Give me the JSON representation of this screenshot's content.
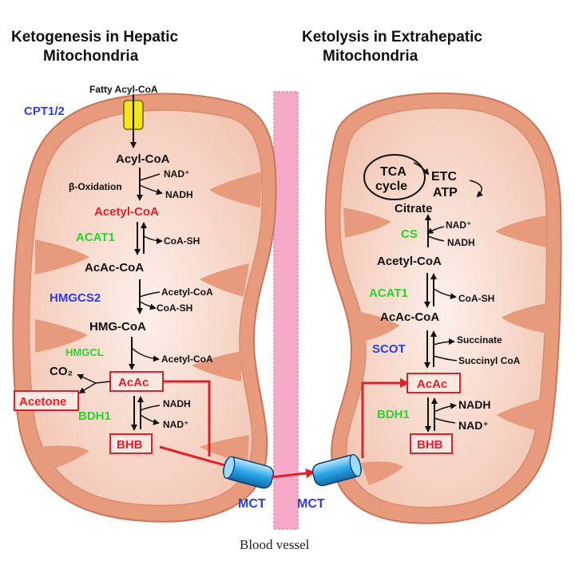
{
  "colors": {
    "enzyme_blue": "#2b3fd6",
    "enzyme_green": "#2fd12f",
    "highlight_red": "#e3202a",
    "mito_outer": "#e89a7c",
    "mito_inner": "#f7d2c2",
    "vessel_pink": "#f6a9c9",
    "transporter_blue": "#37b6f0",
    "cpt_yellow": "#f3e61c"
  },
  "left": {
    "title_line1": "Ketogenesis in Hepatic",
    "title_line2": "Mitochondria",
    "fatty_acyl_coa": "Fatty Acyl-CoA",
    "cpt": "CPT1/2",
    "acyl_coa": "Acyl-CoA",
    "nad_plus": "NAD⁺",
    "beta_oxidation": "β-Oxidation",
    "nadh": "NADH",
    "acetyl_coa": "Acetyl-CoA",
    "acat1": "ACAT1",
    "coa_sh": "CoA-SH",
    "acac_coa": "AcAc-CoA",
    "hmgcs2": "HMGCS2",
    "acetyl_coa_side": "Acetyl-CoA",
    "coa_sh_2": "CoA-SH",
    "hmg_coa": "HMG-CoA",
    "hmgcl": "HMGCL",
    "acetyl_coa_side2": "Acetyl-CoA",
    "co2": "CO₂",
    "acac": "AcAc",
    "acetone": "Acetone",
    "bdh1": "BDH1",
    "nadh_2": "NADH",
    "nad_plus_2": "NAD⁺",
    "bhb": "BHB",
    "mct": "MCT"
  },
  "right": {
    "title_line1": "Ketolysis in Extrahepatic",
    "title_line2": "Mitochondria",
    "tca1": "TCA",
    "tca2": "cycle",
    "etc": "ETC",
    "atp": "ATP",
    "citrate": "Citrate",
    "nad_plus": "NAD⁺",
    "cs": "CS",
    "nadh": "NADH",
    "acetyl_coa": "Acetyl-CoA",
    "acat1": "ACAT1",
    "coa_sh": "CoA-SH",
    "acac_coa": "AcAc-CoA",
    "scot": "SCOT",
    "succinate": "Succinate",
    "succinyl_coa": "Succinyl CoA",
    "acac": "AcAc",
    "bdh1": "BDH1",
    "nadh_2": "NADH",
    "nad_plus_2": "NAD⁺",
    "bhb": "BHB",
    "mct": "MCT"
  },
  "blood_vessel": "Blood vessel"
}
